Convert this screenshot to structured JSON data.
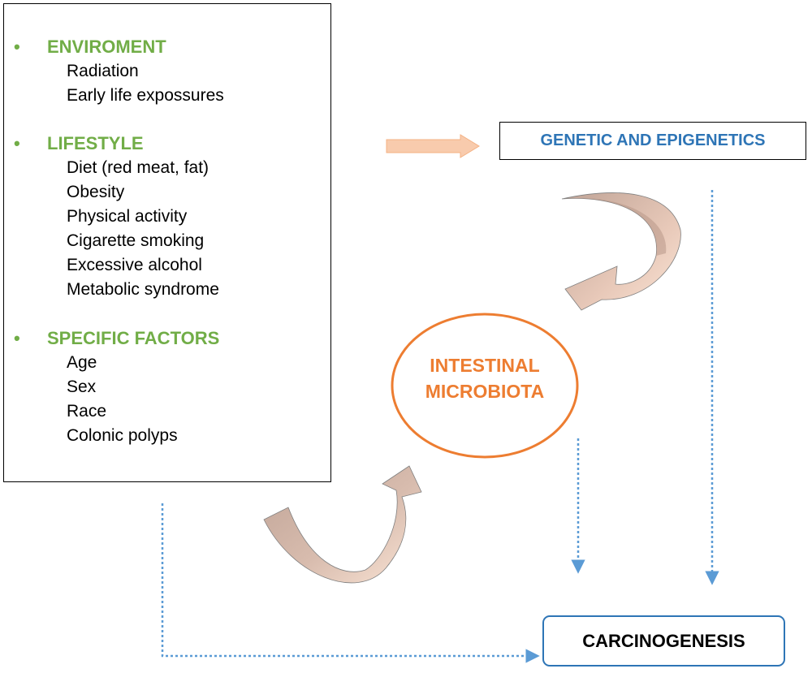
{
  "factors": [
    {
      "title": "ENVIROMENT",
      "items": [
        "Radiation",
        "Early life expossures"
      ]
    },
    {
      "title": "LIFESTYLE",
      "items": [
        "Diet (red meat, fat)",
        "Obesity",
        "Physical activity",
        "Cigarette smoking",
        "Excessive alcohol",
        "Metabolic syndrome"
      ]
    },
    {
      "title": "SPECIFIC FACTORS",
      "items": [
        "Age",
        "Sex",
        "Race",
        "Colonic polyps"
      ]
    }
  ],
  "bullet_symbol": "•",
  "genetic_label": "GENETIC AND EPIGENETICS",
  "microbiota_label": {
    "line1": "INTESTINAL",
    "line2": "MICROBIOTA"
  },
  "carcinogenesis_label": "CARCINOGENESIS",
  "colors": {
    "factor_title": "#71ad47",
    "genetic_text": "#2e75b6",
    "microbiota": "#ed7d31",
    "dotted_arrow": "#5b9bd5",
    "block_arrow": "#f8cbad",
    "curved_arrow_dark": "#c8ad9f",
    "curved_arrow_light": "#fbe5d6",
    "carcinogenesis_border": "#2e75b6"
  }
}
